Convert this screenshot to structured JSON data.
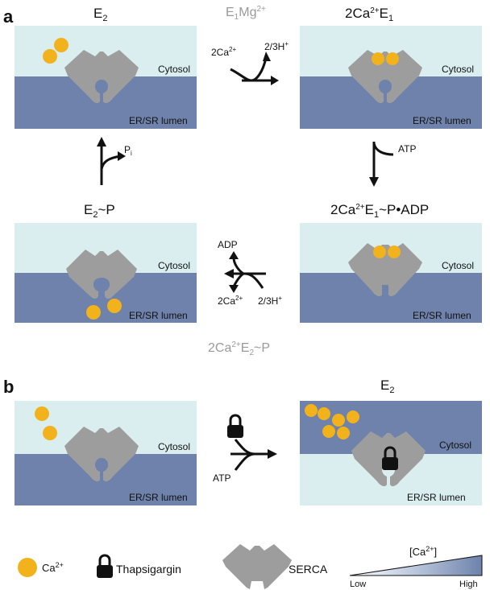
{
  "panels": {
    "a_label": "a",
    "b_label": "b"
  },
  "states": {
    "e2": {
      "main": "E",
      "sub": "2"
    },
    "e1mg": {
      "main": "E",
      "sub": "1",
      "tail": "Mg",
      "sup": "2+"
    },
    "ca2e1": {
      "pre": "2Ca",
      "sup": "2+",
      "main": "E",
      "sub": "1"
    },
    "e2p": {
      "main": "E",
      "sub": "2",
      "tail": "~P"
    },
    "ca2e1padp": {
      "pre": "2Ca",
      "sup": "2+",
      "main": "E",
      "sub": "1",
      "tail": "~P•ADP"
    },
    "ca2e2p": {
      "pre": "2Ca",
      "sup": "2+",
      "main": "E",
      "sub": "2",
      "tail": "~P"
    },
    "b_e2": {
      "main": "E",
      "sub": "2"
    }
  },
  "labels": {
    "cytosol": "Cytosol",
    "lumen": "ER/SR lumen"
  },
  "arrows": {
    "top": {
      "left_pre": "2Ca",
      "left_sup": "2+",
      "right_pre": "2/3H",
      "right_sup": "+"
    },
    "right": {
      "label": "ATP"
    },
    "left": {
      "label_main": "P",
      "label_sub": "i"
    },
    "bottom": {
      "adp": "ADP",
      "ca_pre": "2Ca",
      "ca_sup": "2+",
      "h_pre": "2/3H",
      "h_sup": "+"
    },
    "b": {
      "label": "ATP"
    }
  },
  "legend": {
    "ca_pre": "Ca",
    "ca_sup": "2+",
    "thapsigargin": "Thapsigargin",
    "serca": "SERCA",
    "gradient_title_pre": "[Ca",
    "gradient_title_sup": "2+",
    "gradient_title_post": "]",
    "low": "Low",
    "high": "High"
  },
  "colors": {
    "cytosol_light": "#daeef0",
    "lumen_blue": "#6e82ab",
    "serca_grey": "#9d9d9d",
    "calcium": "#f2b21b",
    "arrow": "#111111"
  }
}
